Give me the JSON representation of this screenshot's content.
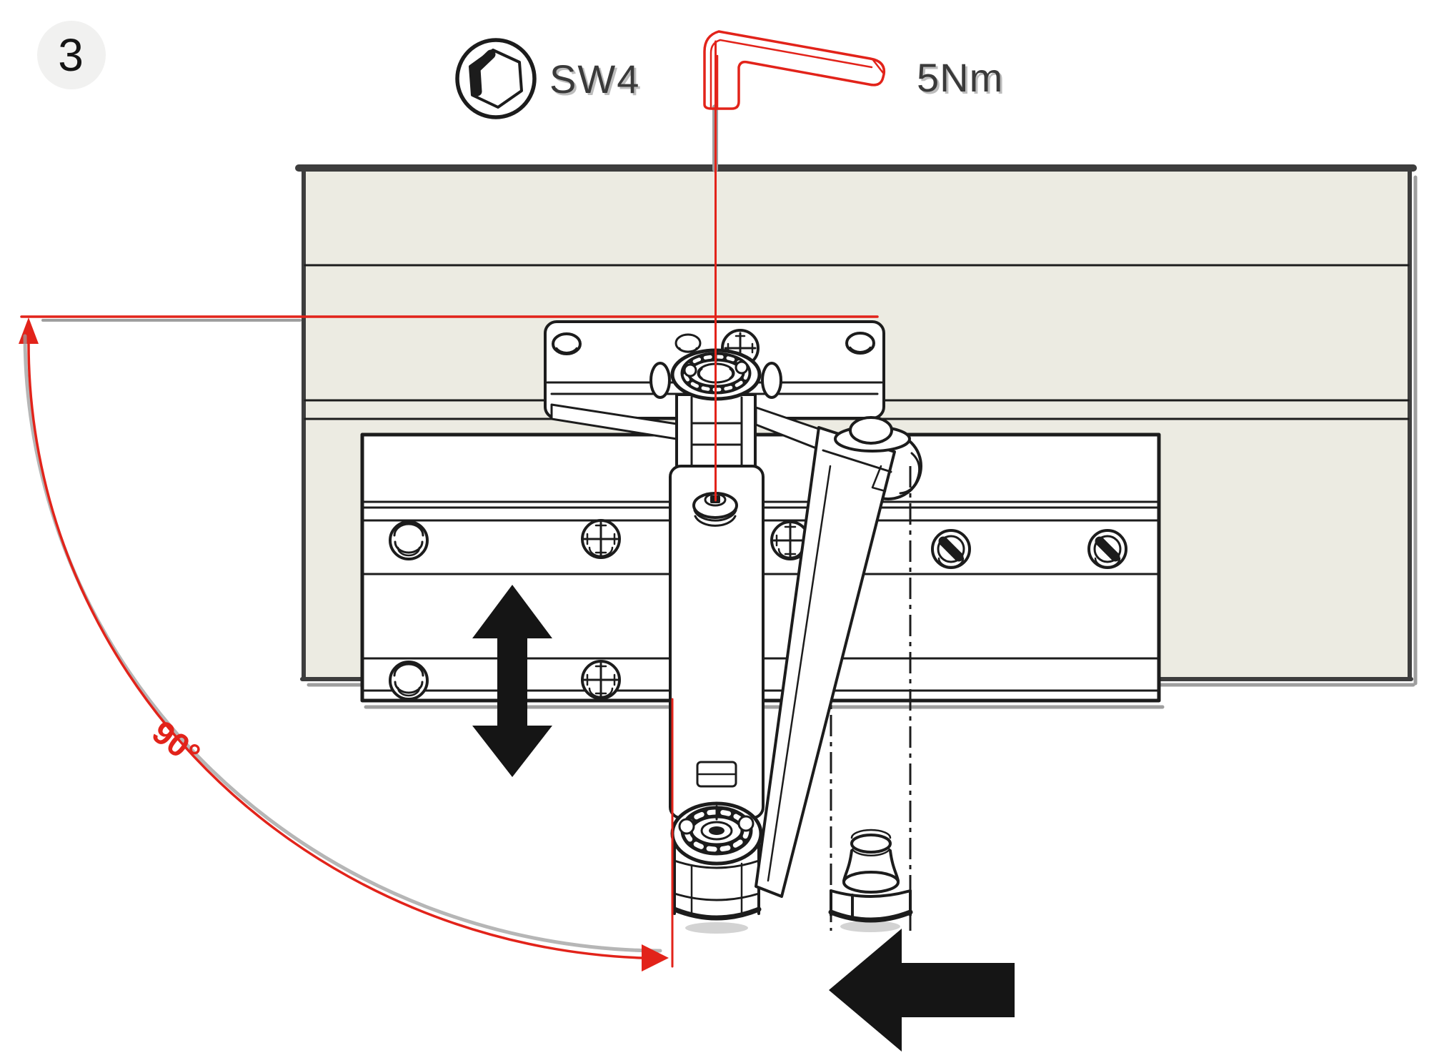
{
  "step_badge": {
    "number": "3"
  },
  "tool_callouts": {
    "hex_socket_size": "SW4",
    "torque": "5Nm"
  },
  "dimension_labels": {
    "door_opening_angle": "90°"
  },
  "icons": {
    "step_badge": "circle-badge",
    "hex_socket": "hex-socket-icon",
    "allen_key": "allen-key-icon",
    "up_arrowhead": "up-arrowhead-icon",
    "right_arrowhead": "right-arrowhead-icon",
    "rotation_arc": "rotation-arc",
    "up_down_arrow": "up-down-arrow-icon",
    "left_arrow": "left-arrow-icon"
  },
  "colors": {
    "red": "#e2231a",
    "ink": "#1c1c1c",
    "border": "#3d3d3d",
    "beige": "#ecebe2",
    "gray": "#9e9e9e",
    "badge": "#f1f1f0",
    "label": "#3a3a3a"
  }
}
